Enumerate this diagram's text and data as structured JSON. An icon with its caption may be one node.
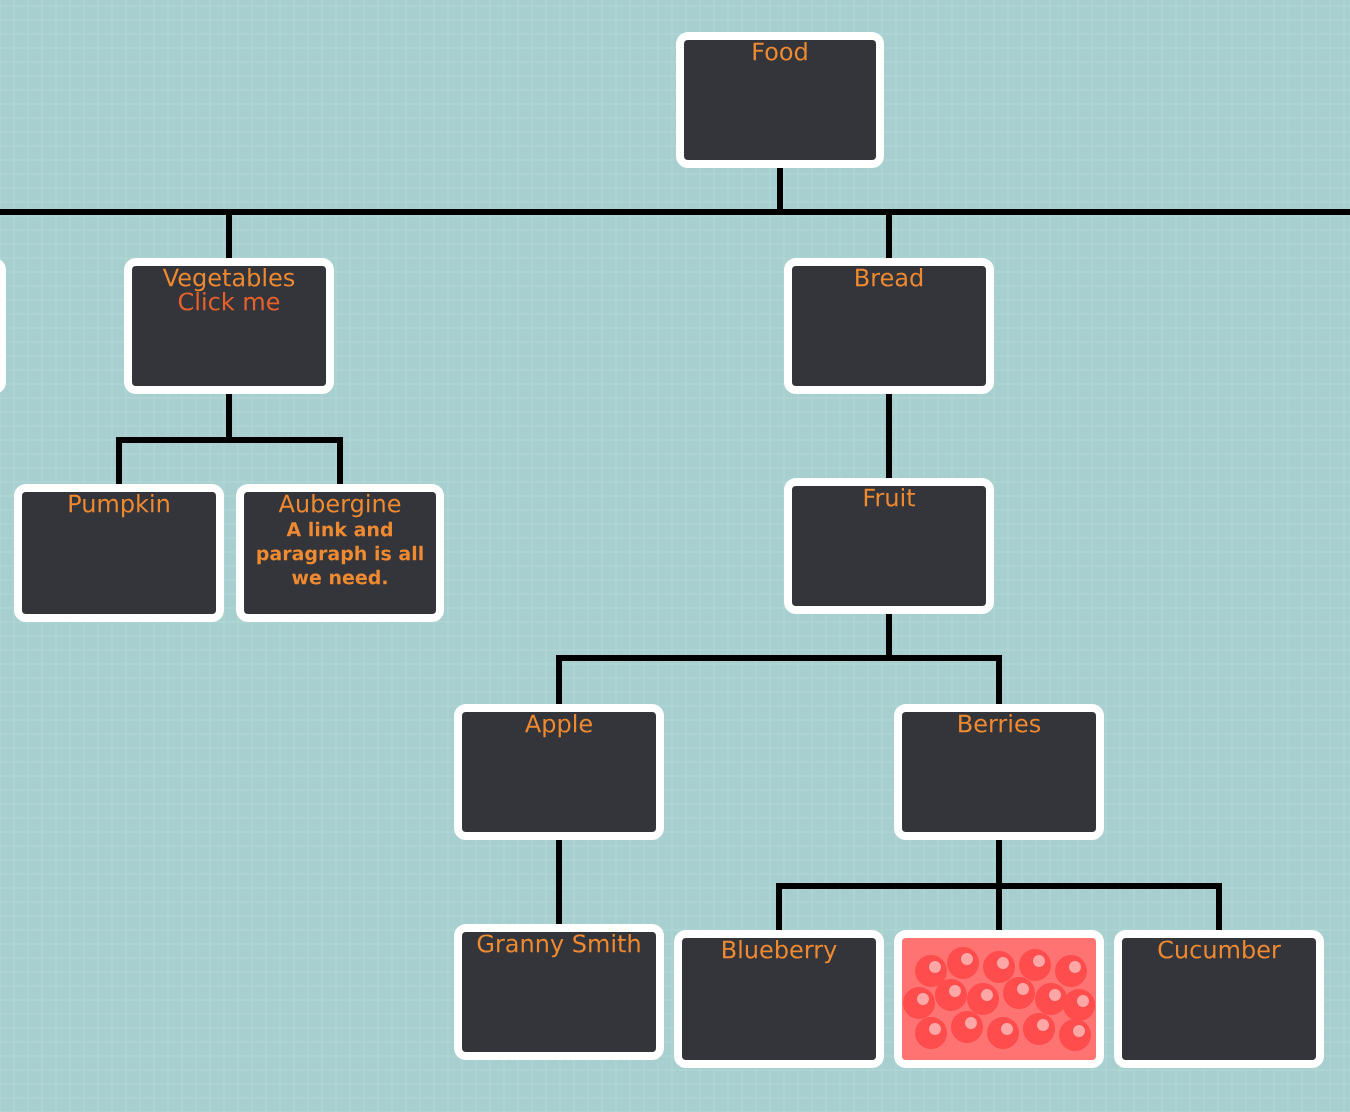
{
  "diagram": {
    "nodes": [
      {
        "text": [
          "Food"
        ]
      },
      {
        "text": [],
        "shape": "box"
      },
      {
        "text": [
          "Vegetables",
          "Click me"
        ]
      },
      {
        "text": [
          "Bread"
        ]
      },
      {
        "text": [
          "Pumpkin"
        ]
      },
      {
        "text": [
          "Aubergine",
          "A link and paragraph is all we need."
        ]
      },
      {
        "text": [
          "Fruit"
        ]
      },
      {
        "text": [
          "Apple"
        ]
      },
      {
        "text": [
          "Berries"
        ]
      },
      {
        "text": [
          "Granny Smith"
        ]
      },
      {
        "text": [
          "Blueberry"
        ]
      },
      {
        "text": [],
        "shape": "picture"
      },
      {
        "text": [
          "Cucumber"
        ]
      }
    ],
    "edges": [
      {
        "from": 0,
        "to": 1,
        "arrow": "none"
      },
      {
        "from": 0,
        "to": 2,
        "arrow": "none"
      },
      {
        "from": 0,
        "to": 3,
        "arrow": "none"
      },
      {
        "from": 0,
        "to": null,
        "arrow": "none"
      },
      {
        "from": 2,
        "to": 4,
        "arrow": "none"
      },
      {
        "from": 2,
        "to": 5,
        "arrow": "none"
      },
      {
        "from": 3,
        "to": 6,
        "arrow": "none"
      },
      {
        "from": 6,
        "to": 7,
        "arrow": "none"
      },
      {
        "from": 6,
        "to": 8,
        "arrow": "none"
      },
      {
        "from": 7,
        "to": 9,
        "arrow": "none"
      },
      {
        "from": 8,
        "to": 10,
        "arrow": "none"
      },
      {
        "from": 8,
        "to": 11,
        "arrow": "none"
      },
      {
        "from": 8,
        "to": 12,
        "arrow": "none"
      }
    ]
  }
}
